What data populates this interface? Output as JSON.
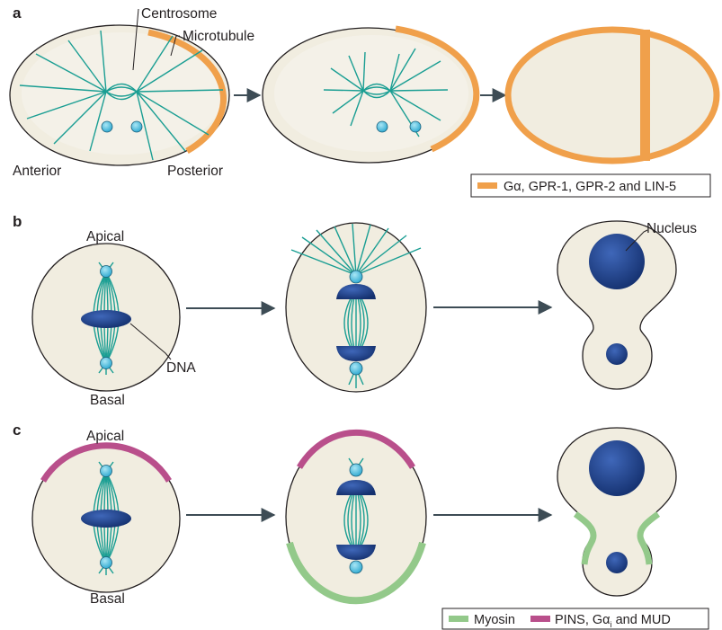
{
  "panels": {
    "a": {
      "letter": "a",
      "labels": {
        "centrosome": "Centrosome",
        "microtubule": "Microtubule",
        "anterior": "Anterior",
        "posterior": "Posterior"
      },
      "legend": {
        "text": "Gα, GPR-1, GPR-2 and LIN-5",
        "color": "#f0a04b"
      }
    },
    "b": {
      "letter": "b",
      "labels": {
        "apical": "Apical",
        "basal": "Basal",
        "dna": "DNA",
        "nucleus": "Nucleus"
      }
    },
    "c": {
      "letter": "c",
      "labels": {
        "apical": "Apical",
        "basal": "Basal"
      },
      "legend": [
        {
          "text": "Myosin",
          "color": "#93c98a"
        },
        {
          "text": "PINS, Gα",
          "sub": "i",
          "suffix": " and MUD",
          "color": "#b94f8b"
        }
      ]
    }
  },
  "colors": {
    "orange": "#f0a04b",
    "teal": "#1a9e93",
    "cell_fill": "#f1ede0",
    "nucleus_blue": "#1d3f8f",
    "centrosome": "#47c0e0",
    "green": "#93c98a",
    "magenta": "#b94f8b"
  }
}
